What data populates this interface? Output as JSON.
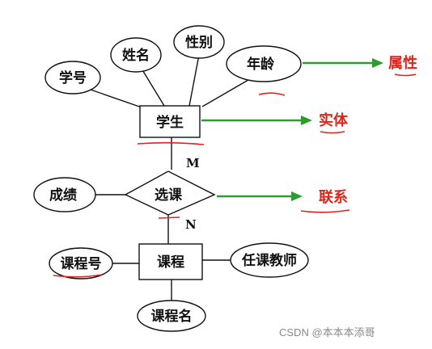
{
  "entities": {
    "student": "学生",
    "course": "课程"
  },
  "relationship": {
    "select_course": "选课"
  },
  "attributes": {
    "student_id": "学号",
    "name": "姓名",
    "gender": "性别",
    "age": "年龄",
    "grade": "成绩",
    "course_id": "课程号",
    "instructor": "任课教师",
    "course_name": "课程名"
  },
  "cardinality": {
    "student_side": "M",
    "course_side": "N"
  },
  "annotations": {
    "attribute": "属性",
    "entity": "实体",
    "relationship": "联系"
  },
  "watermark": "CSDN @本本本添哥",
  "colors": {
    "annotation_red": "#e0241b",
    "arrow_green": "#2e9b2e",
    "outline": "#111111"
  }
}
